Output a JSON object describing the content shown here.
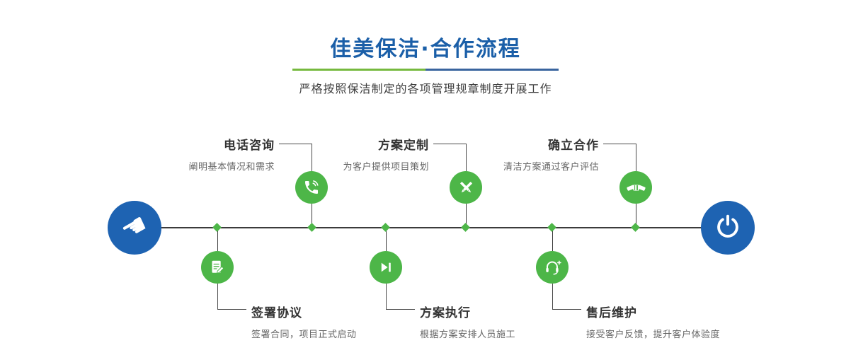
{
  "header": {
    "title": "佳美保洁·合作流程",
    "subtitle": "严格按照保洁制定的各项管理规章制度开展工作"
  },
  "steps_top": [
    {
      "title": "电话咨询",
      "desc": "阐明基本情况和需求",
      "icon": "phone-icon"
    },
    {
      "title": "方案定制",
      "desc": "为客户提供项目策划",
      "icon": "pencil-design-icon"
    },
    {
      "title": "确立合作",
      "desc": "清洁方案通过客户评估",
      "icon": "handshake-icon"
    }
  ],
  "steps_bottom": [
    {
      "title": "签署协议",
      "desc": "签署合同，项目正式启动",
      "icon": "contract-icon"
    },
    {
      "title": "方案执行",
      "desc": "根据方案安排人员施工",
      "icon": "play-icon"
    },
    {
      "title": "售后维护",
      "desc": "接受客户反馈，提升客户体验度",
      "icon": "headset-plus-icon"
    }
  ],
  "endpoints": {
    "start_icon": "pointing-hand-icon",
    "start_glyph": "☚",
    "end_icon": "power-icon"
  },
  "colors": {
    "title_blue": "#1b5fa8",
    "node_blue": "#1e63b2",
    "step_green": "#4db648",
    "divider_green": "#76b93e",
    "divider_blue": "#39649e",
    "line_dark": "#3b3b3b"
  }
}
